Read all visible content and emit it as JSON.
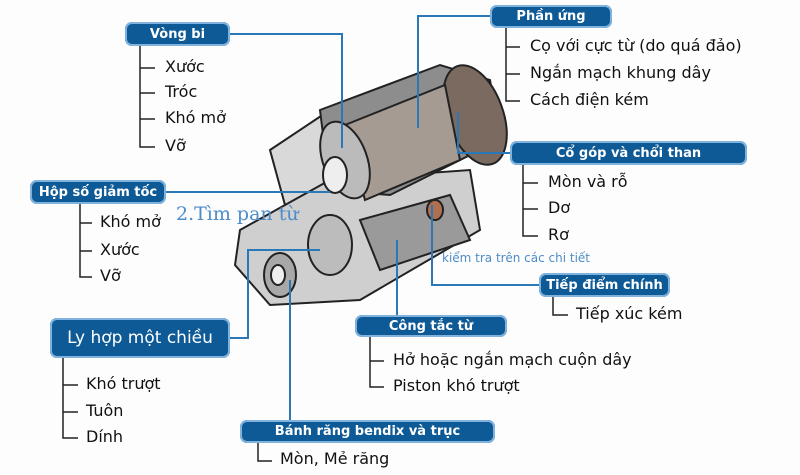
{
  "watermark": {
    "left": "2.Tìm pan từ",
    "right": "kiểm tra trên các chi tiết"
  },
  "groups": {
    "vong_bi": {
      "title": "Vòng bi",
      "items": [
        "Xước",
        "Tróc",
        "Khó mở",
        "Vỡ"
      ]
    },
    "hop_so": {
      "title": "Hộp số giảm tốc",
      "items": [
        "Khó mở",
        "Xước",
        "Vỡ"
      ]
    },
    "ly_hop": {
      "title": "Ly hợp một chiều",
      "items": [
        "Khó trượt",
        "Tuôn",
        "Dính"
      ]
    },
    "phan_ung": {
      "title": "Phần ứng",
      "items": [
        "Cọ với cực từ (do quá đảo)",
        "Ngắn mạch khung dây",
        "Cách điện kém"
      ]
    },
    "co_gop": {
      "title": "Cổ góp và chổi than",
      "items": [
        "Mòn và rỗ",
        "Dơ",
        "Rơ"
      ]
    },
    "tiep_diem": {
      "title": "Tiếp điểm chính",
      "items": [
        "Tiếp xúc kém"
      ]
    },
    "cong_tac": {
      "title": "Công tắc từ",
      "items": [
        "Hở hoặc ngắn mạch cuộn dây",
        "Piston khó trượt"
      ]
    },
    "banh_rang": {
      "title": "Bánh răng bendix và trục",
      "items": [
        "Mòn, Mẻ răng"
      ]
    }
  },
  "colors": {
    "box": "#0e5a96",
    "line": "#2a78b8"
  }
}
